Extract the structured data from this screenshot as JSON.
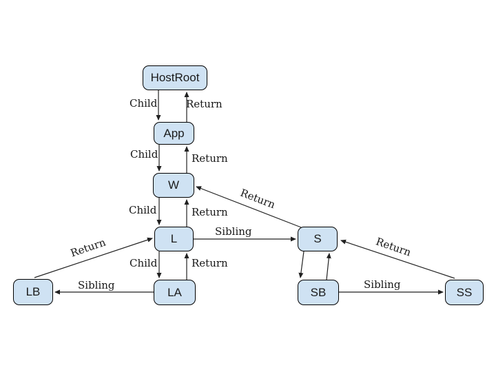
{
  "diagram": {
    "description": "Fiber tree traversal diagram with Child, Sibling and Return pointers",
    "colors": {
      "node_fill": "#cfe2f3",
      "node_border": "#000000",
      "edge_line": "#212121",
      "label_text": "#171717",
      "background": "#ffffff"
    },
    "nodes": [
      {
        "id": "hostroot",
        "label": "HostRoot"
      },
      {
        "id": "app",
        "label": "App"
      },
      {
        "id": "w",
        "label": "W"
      },
      {
        "id": "l",
        "label": "L"
      },
      {
        "id": "la",
        "label": "LA"
      },
      {
        "id": "lb",
        "label": "LB"
      },
      {
        "id": "s",
        "label": "S"
      },
      {
        "id": "sb",
        "label": "SB"
      },
      {
        "id": "ss",
        "label": "SS"
      }
    ],
    "edges": [
      {
        "from": "HostRoot",
        "to": "App",
        "label": "Child"
      },
      {
        "from": "App",
        "to": "HostRoot",
        "label": "Return"
      },
      {
        "from": "App",
        "to": "W",
        "label": "Child"
      },
      {
        "from": "W",
        "to": "App",
        "label": "Return"
      },
      {
        "from": "W",
        "to": "L",
        "label": "Child"
      },
      {
        "from": "L",
        "to": "W",
        "label": "Return"
      },
      {
        "from": "L",
        "to": "LA",
        "label": "Child"
      },
      {
        "from": "LA",
        "to": "L",
        "label": "Return"
      },
      {
        "from": "L",
        "to": "S",
        "label": "Sibling"
      },
      {
        "from": "S",
        "to": "W",
        "label": "Return"
      },
      {
        "from": "LA",
        "to": "LB",
        "label": "Sibling"
      },
      {
        "from": "LB",
        "to": "L",
        "label": "Return"
      },
      {
        "from": "S",
        "to": "SB",
        "label": ""
      },
      {
        "from": "SB",
        "to": "S",
        "label": ""
      },
      {
        "from": "SB",
        "to": "SS",
        "label": "Sibling"
      },
      {
        "from": "SS",
        "to": "S",
        "label": "Return"
      }
    ]
  }
}
